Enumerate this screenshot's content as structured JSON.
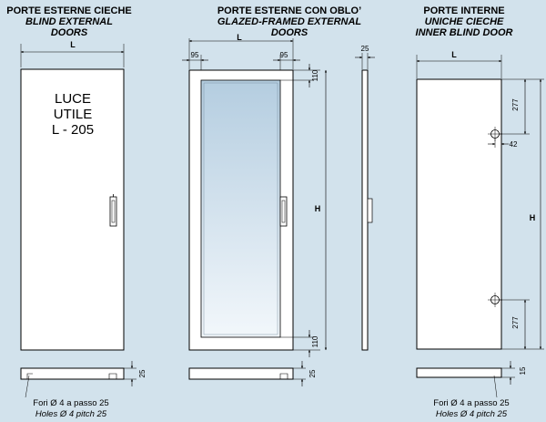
{
  "blind_external": {
    "title_it": "PORTE ESTERNE CIECHE",
    "title_en_1": "BLIND EXTERNAL",
    "title_en_2": "DOORS",
    "dim_width": "L",
    "luce_1": "LUCE",
    "luce_2": "UTILE",
    "luce_3": "L - 205",
    "section_depth": "25",
    "holes_it": "Fori Ø 4 a passo 25",
    "holes_en": "Holes Ø 4 pitch 25"
  },
  "glazed_external": {
    "title_it": "PORTE ESTERNE CON OBLO’",
    "title_en_1": "GLAZED-FRAMED EXTERNAL",
    "title_en_2": "DOORS",
    "dim_width": "L",
    "dim_left_border": "95",
    "dim_right_border": "95",
    "dim_side_depth": "25",
    "dim_top_border": "110",
    "dim_bottom_border": "110",
    "dim_height": "H",
    "section_depth": "25"
  },
  "inner_blind": {
    "title_it": "PORTE INTERNE",
    "title_en_1": "UNICHE CIECHE",
    "title_en_2": "INNER BLIND DOOR",
    "dim_width": "L",
    "dim_top_hinge": "277",
    "dim_hinge_offset": "42",
    "dim_height": "H",
    "dim_bottom_hinge": "277",
    "section_depth": "15",
    "holes_it": "Fori Ø 4 a passo 25",
    "holes_en": "Holes Ø 4 pitch 25"
  }
}
